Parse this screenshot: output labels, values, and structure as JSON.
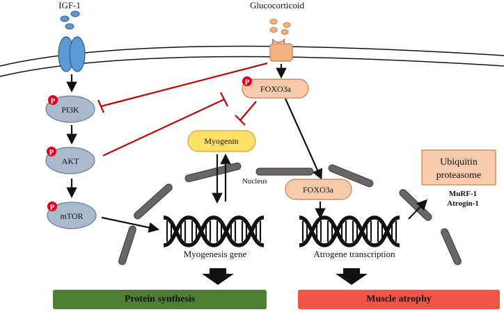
{
  "ligands": {
    "igf1": "IGF-1",
    "glucocorticoid": "Glucocorticoid"
  },
  "nodes": {
    "pi3k": "PI3K",
    "akt": "AKT",
    "mtor": "mTOR",
    "foxo3a_cytoplasm": "FOXO3a",
    "foxo3a_nucleus": "FOXO3a",
    "myogenin": "Myogenin",
    "phospho_mark": "P"
  },
  "labels": {
    "nucleus": "Nucleus",
    "myogenesis_gene": "Myogenesis gene",
    "atrogene_transcription": "Atrogene transcription",
    "ubiquitin_line1": "Ubiquitin",
    "ubiquitin_line2": "proteasome",
    "murf1": "MuRF-1",
    "atrogin1": "Atrogin-1"
  },
  "outcomes": {
    "protein_synthesis": "Protein synthesis",
    "muscle_atrophy": "Muscle atrophy"
  },
  "colors": {
    "receptor_blue": "#5b9bd5",
    "gr_orange": "#f4b183",
    "node_gray": "#aab9cc",
    "foxo_pink": "#f8cbad",
    "myogenin_yellow": "#ffe066",
    "inhibit_red": "#c00000",
    "phospho_red": "#e0001b",
    "protein_green": "#4f7f34",
    "atrophy_red": "#f05548",
    "nucleus_gray": "#6b6666"
  }
}
